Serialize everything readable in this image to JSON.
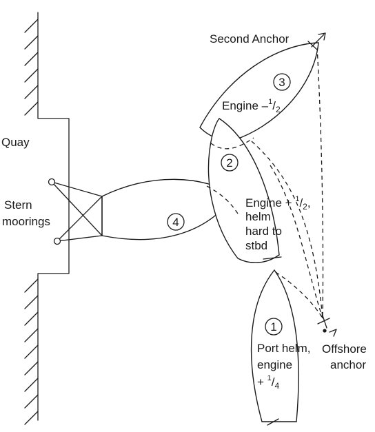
{
  "labels": {
    "quay": "Quay",
    "stern_moorings_line1": "Stern",
    "stern_moorings_line2": "moorings",
    "second_anchor": "Second Anchor",
    "offshore_anchor_line1": "Offshore",
    "offshore_anchor_line2": "anchor"
  },
  "positions": [
    {
      "number": "1",
      "lines": [
        "Port helm,",
        "engine"
      ],
      "fraction_prefix": "+ ",
      "fraction_num": "1",
      "fraction_sep": "/",
      "fraction_den": "4"
    },
    {
      "number": "2",
      "lines": [
        "helm",
        "hard to",
        "stbd"
      ],
      "first_line_prefix": "Engine + ",
      "fraction_num": "1",
      "fraction_sep": "/",
      "fraction_den": "2",
      "first_line_suffix": ","
    },
    {
      "number": "3",
      "first_line_prefix": "Engine –",
      "fraction_num": "1",
      "fraction_sep": "/",
      "fraction_den": "2"
    },
    {
      "number": "4"
    }
  ],
  "colors": {
    "ink": "#1a1a1a",
    "background": "#ffffff"
  }
}
